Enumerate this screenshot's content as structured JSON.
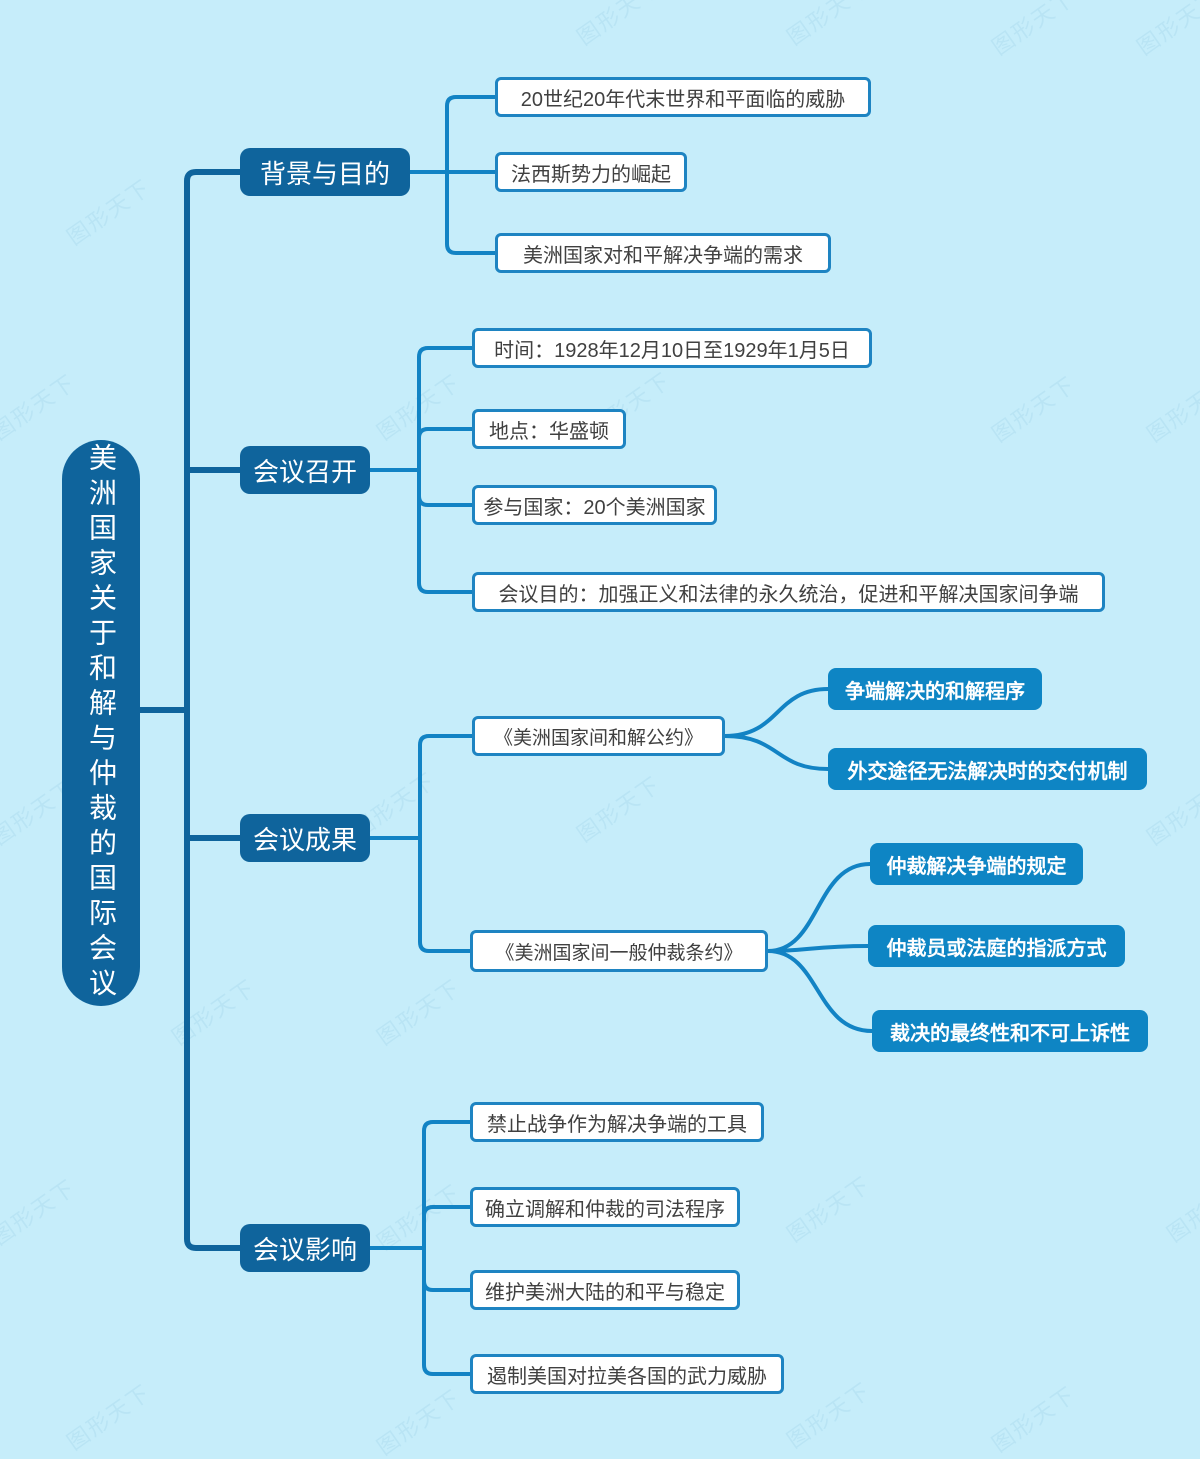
{
  "root": {
    "label": "美洲国家关于和解与仲裁的国际会议"
  },
  "branches": [
    {
      "label": "背景与目的",
      "children": [
        {
          "label": "20世纪20年代末世界和平面临的威胁"
        },
        {
          "label": "法西斯势力的崛起"
        },
        {
          "label": "美洲国家对和平解决争端的需求"
        }
      ]
    },
    {
      "label": "会议召开",
      "children": [
        {
          "label": "时间：1928年12月10日至1929年1月5日"
        },
        {
          "label": "地点：华盛顿"
        },
        {
          "label": "参与国家：20个美洲国家"
        },
        {
          "label": "会议目的：加强正义和法律的永久统治，促进和平解决国家间争端"
        }
      ]
    },
    {
      "label": "会议成果",
      "children": [
        {
          "label": "《美洲国家间和解公约》",
          "children": [
            {
              "label": "争端解决的和解程序"
            },
            {
              "label": "外交途径无法解决时的交付机制"
            }
          ]
        },
        {
          "label": "《美洲国家间一般仲裁条约》",
          "children": [
            {
              "label": "仲裁解决争端的规定"
            },
            {
              "label": "仲裁员或法庭的指派方式"
            },
            {
              "label": "裁决的最终性和不可上诉性"
            }
          ]
        }
      ]
    },
    {
      "label": "会议影响",
      "children": [
        {
          "label": "禁止战争作为解决争端的工具"
        },
        {
          "label": "确立调解和仲裁的司法程序"
        },
        {
          "label": "维护美洲大陆的和平与稳定"
        },
        {
          "label": "遏制美国对拉美各国的武力威胁"
        }
      ]
    }
  ],
  "watermark": "图形天下",
  "colors": {
    "background": "#c6edfa",
    "primary_dark": "#0f649c",
    "primary_bright": "#0e85c4",
    "leaf_border": "#1e84c2",
    "leaf_text": "#404040"
  }
}
